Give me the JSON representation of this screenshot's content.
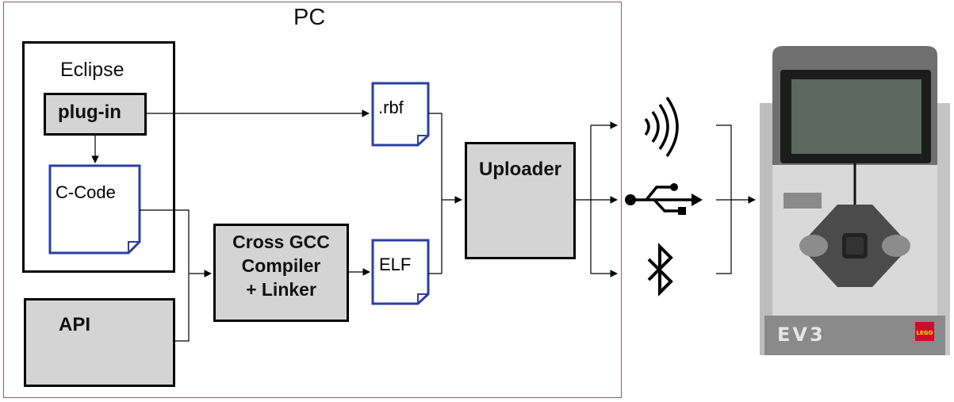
{
  "diagram": {
    "pc_label": "PC",
    "eclipse_label": "Eclipse",
    "plugin_label": "plug-in",
    "ccode_label": "C-Code",
    "api_label": "API",
    "gcc_lines": [
      "Cross GCC",
      "Compiler",
      "+ Linker"
    ],
    "rbf_label": ".rbf",
    "elf_label": "ELF",
    "uploader_label": "Uploader",
    "connections": [
      "wifi-icon",
      "usb-icon",
      "bluetooth-icon"
    ],
    "device_label": "EV3",
    "brand_label": "LEGO"
  },
  "colors": {
    "box_gray": "#d4d4d4",
    "doc_border": "#2b3fa3",
    "frame_border": "#8c6060",
    "brick_light": "#d9d9d9",
    "brick_dark": "#6f6f6f",
    "screen": "#5b6760",
    "lego_red": "#c8102e"
  }
}
